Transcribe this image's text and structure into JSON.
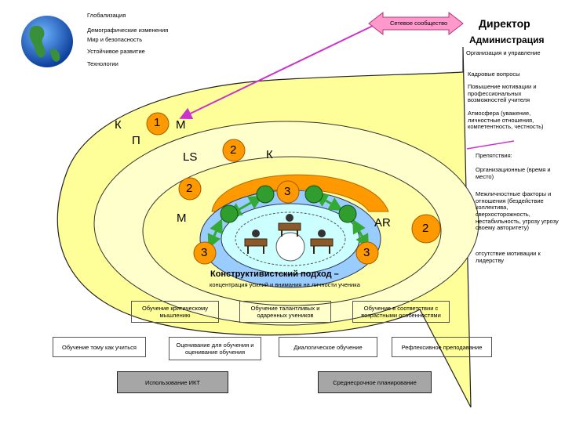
{
  "top_left_list": [
    "Глобализация",
    "Демографические изменения",
    "Мир и безопасность",
    "Устойчивое развитие",
    "Технологии"
  ],
  "network_label": "Сетевое сообщество",
  "director": "Директор",
  "administration": "Администрация",
  "org_management": "Организация и управление",
  "right_notes": {
    "personnel": "Кадровые вопросы",
    "motivation": "Повышение мотивации и профессиональных возможностей учителя",
    "atmosphere": "Атмосфера (уважение, личностные отношения, компетентность, честность)",
    "obstacles": "Препятствия:",
    "org_time": "Организационные (время и место)",
    "interpersonal": "Межличностные факторы и отношения (бездействие коллектива, сверхосторожность, нестабильность, угрозу угрозу своему авторитету)",
    "no_leader_motivation": "отсутствие мотивации к лидерству"
  },
  "diagram_labels": {
    "k": "К",
    "p": "П",
    "one": "1",
    "m_top": "М",
    "ls": "LS",
    "two_center": "2",
    "k_center": "К",
    "two_left": "2",
    "three_top": "3",
    "m_left": "М",
    "ar": "AR",
    "two_right": "2",
    "three_left": "3",
    "three_right": "3"
  },
  "approach_title": "Конструктивистский подход –",
  "approach_subtitle": "концентрация усилий и внимания на личности ученика",
  "boxes": {
    "critical": "Обучение критическому мышлению",
    "talented": "Обучение талантливых и одаренных учеников",
    "age": "Обучение в соответствии с возрастными особенностями",
    "learn_to_learn": "Обучение тому как учиться",
    "assessment": "Оценивание для обучения и оценивание обучения",
    "dialogic": "Диалогическое обучение",
    "reflective": "Рефлексивное преподавание",
    "ict": "Использование ИКТ",
    "midterm": "Среднесрочное планирование"
  },
  "colors": {
    "bubble": "#ffff99",
    "ring_outer": "#99ccff",
    "ring_mid": "#ccffff",
    "orange": "#ff9900",
    "dark_orange": "#e07b00",
    "green": "#33aa33",
    "pink": "#ff99cc",
    "purple": "#cc33cc",
    "gray_box": "#a6a6a6"
  }
}
